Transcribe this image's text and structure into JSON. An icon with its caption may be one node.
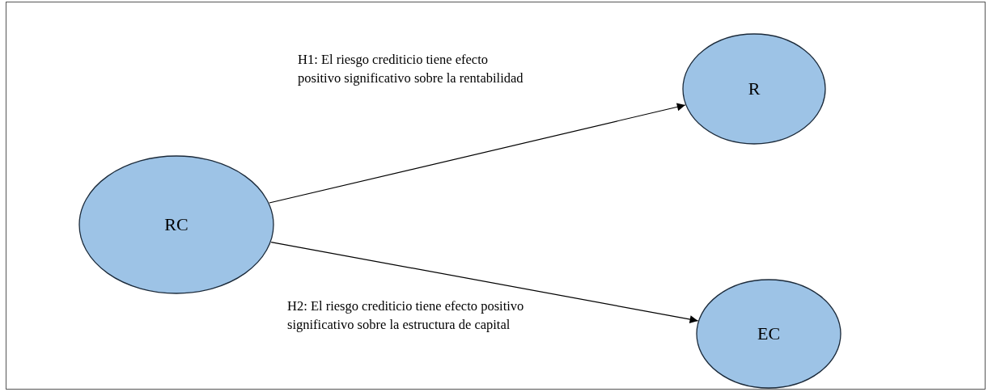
{
  "diagram": {
    "nodes": [
      {
        "text": [
          "RC"
        ]
      },
      {
        "text": [
          "R"
        ]
      },
      {
        "text": [
          "EC"
        ]
      }
    ],
    "edges": [
      {
        "from": 0,
        "to": 1,
        "arrow": "to",
        "label": "H1: El riesgo crediticio tiene efecto positivo significativo sobre la rentabilidad"
      },
      {
        "from": 0,
        "to": 2,
        "arrow": "to",
        "label": "H2: El riesgo crediticio tiene efecto positivo significativo sobre la estructura de capital"
      }
    ]
  }
}
